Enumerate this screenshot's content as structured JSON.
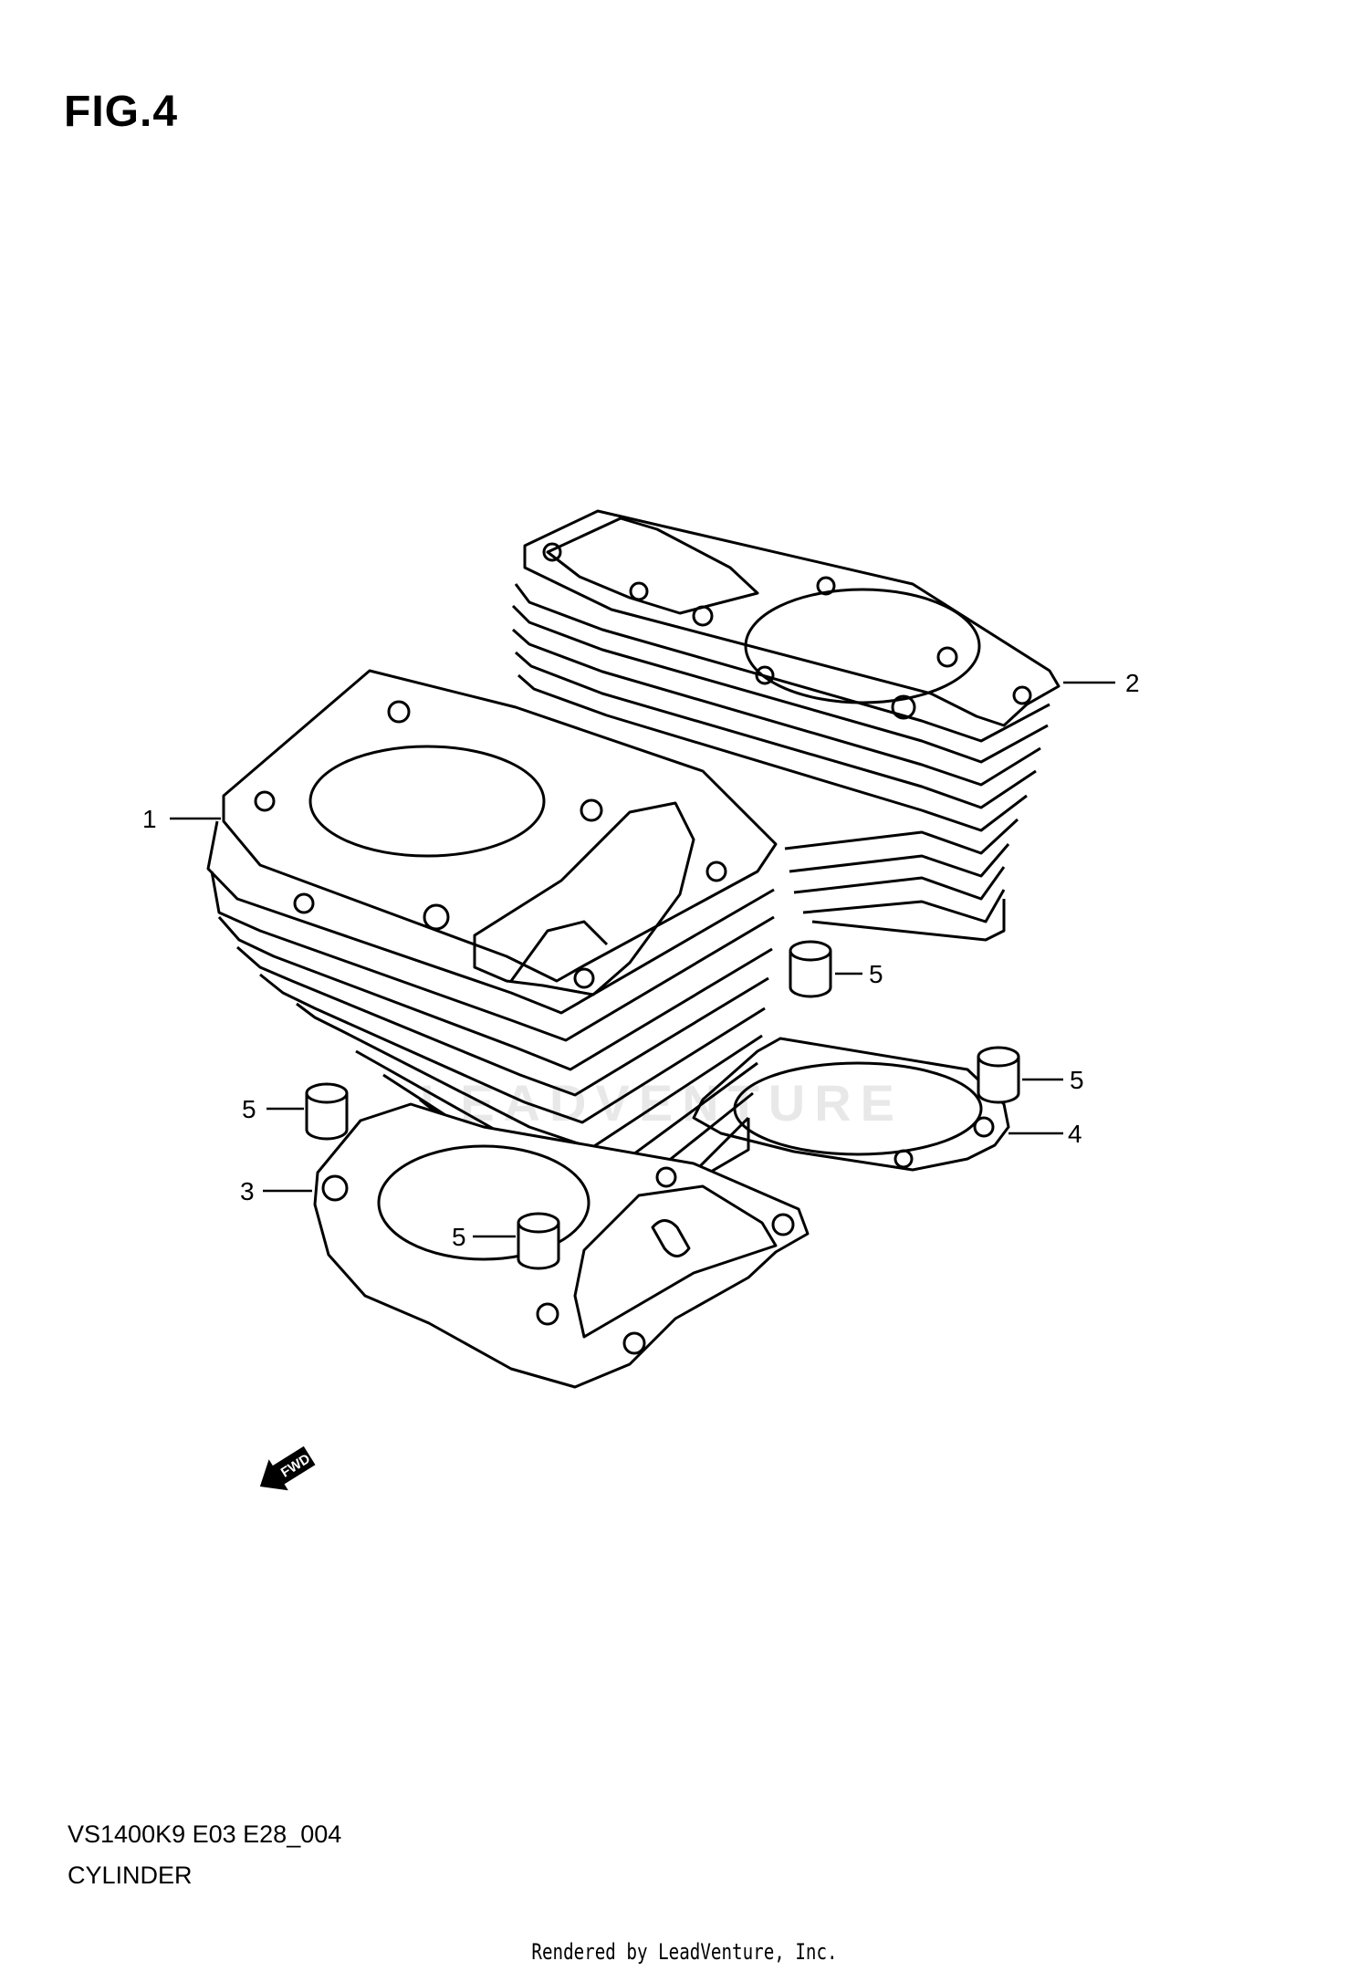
{
  "figure": {
    "title": "FIG.4"
  },
  "callouts": {
    "c1": "1",
    "c2": "2",
    "c3": "3",
    "c4": "4",
    "c5a": "5",
    "c5b": "5",
    "c5c": "5",
    "c5d": "5"
  },
  "watermark": "LEADVENTURE",
  "fwd_arrow": {
    "label": "FWD"
  },
  "footer": {
    "code": "VS1400K9 E03 E28_004",
    "caption": "CYLINDER",
    "rendered_by": "Rendered by LeadVenture, Inc."
  }
}
